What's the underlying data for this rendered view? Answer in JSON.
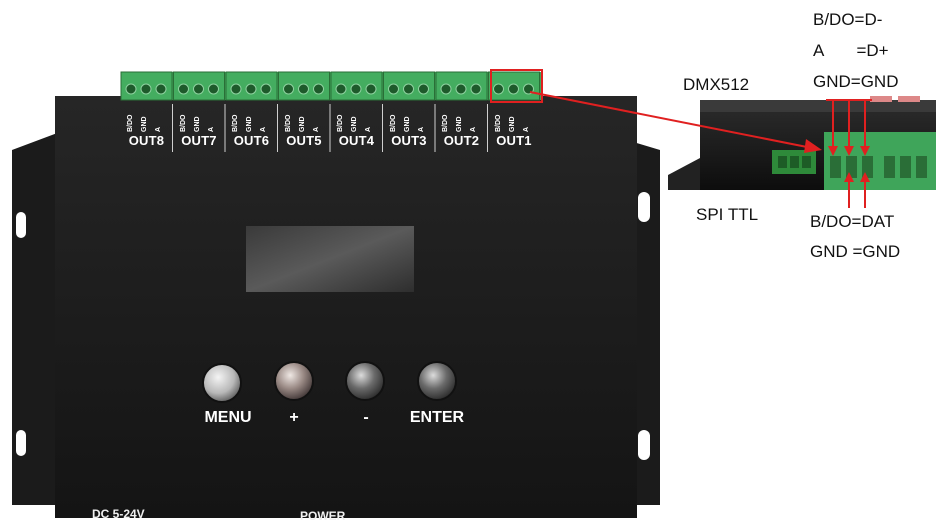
{
  "annotations": {
    "dmx_title": "DMX512",
    "spi_title": "SPI TTL",
    "dmx_line1": "B/DO=D-",
    "dmx_line2": "A       =D+",
    "dmx_line3": "GND=GND",
    "spi_line1": "B/DO=DAT",
    "spi_line2": "GND =GND"
  },
  "device": {
    "outputs": [
      {
        "label": "OUT8",
        "pins": [
          "B/DO",
          "GND",
          "A"
        ]
      },
      {
        "label": "OUT7",
        "pins": [
          "B/DO",
          "GND",
          "A"
        ]
      },
      {
        "label": "OUT6",
        "pins": [
          "B/DO",
          "GND",
          "A"
        ]
      },
      {
        "label": "OUT5",
        "pins": [
          "B/DO",
          "GND",
          "A"
        ]
      },
      {
        "label": "OUT4",
        "pins": [
          "B/DO",
          "GND",
          "A"
        ]
      },
      {
        "label": "OUT3",
        "pins": [
          "B/DO",
          "GND",
          "A"
        ]
      },
      {
        "label": "OUT2",
        "pins": [
          "B/DO",
          "GND",
          "A"
        ]
      },
      {
        "label": "OUT1",
        "pins": [
          "B/DO",
          "GND",
          "A"
        ]
      }
    ],
    "buttons": {
      "menu": "MENU",
      "plus": "+",
      "minus": "-",
      "enter": "ENTER"
    },
    "bottom_left": "DC  5-24V",
    "bottom_mid": "POWER"
  },
  "colors": {
    "case": "#1e1e1e",
    "terminal_green": "#3fa55a",
    "arrow_red": "#e02020"
  }
}
